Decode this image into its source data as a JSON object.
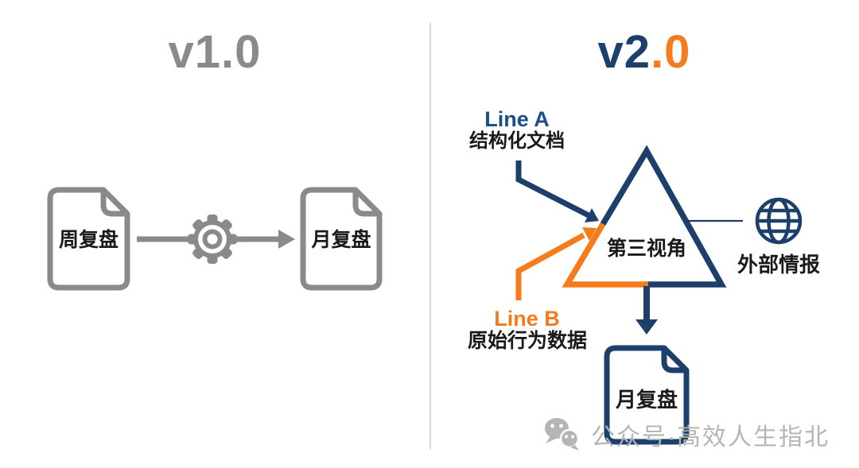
{
  "colors": {
    "gray": "#8A8A8A",
    "navy": "#1C3F6B",
    "link_blue": "#1D4E89",
    "orange": "#F57B1D",
    "text_black": "#1A1A1A",
    "watermark_gray": "#B5B5B5",
    "divider": "#D9D9D9",
    "background": "#FFFFFF"
  },
  "left_panel": {
    "title": "v1.0",
    "source_doc_label": "周复盘",
    "process_icon": "gear-icon",
    "flow_icon": "arrow-right-icon",
    "result_doc_label": "月复盘"
  },
  "right_panel": {
    "title_main": "v2",
    "title_accent": ".0",
    "line_a": {
      "label": "Line A",
      "desc": "结构化文档"
    },
    "line_b": {
      "label": "Line B",
      "desc": "原始行为数据"
    },
    "triangle_label": "第三视角",
    "external_label": "外部情报",
    "external_icon": "globe-icon",
    "result_doc_label": "月复盘"
  },
  "watermark": {
    "icon": "wechat-icon",
    "text": "公众号·高效人生指北"
  }
}
